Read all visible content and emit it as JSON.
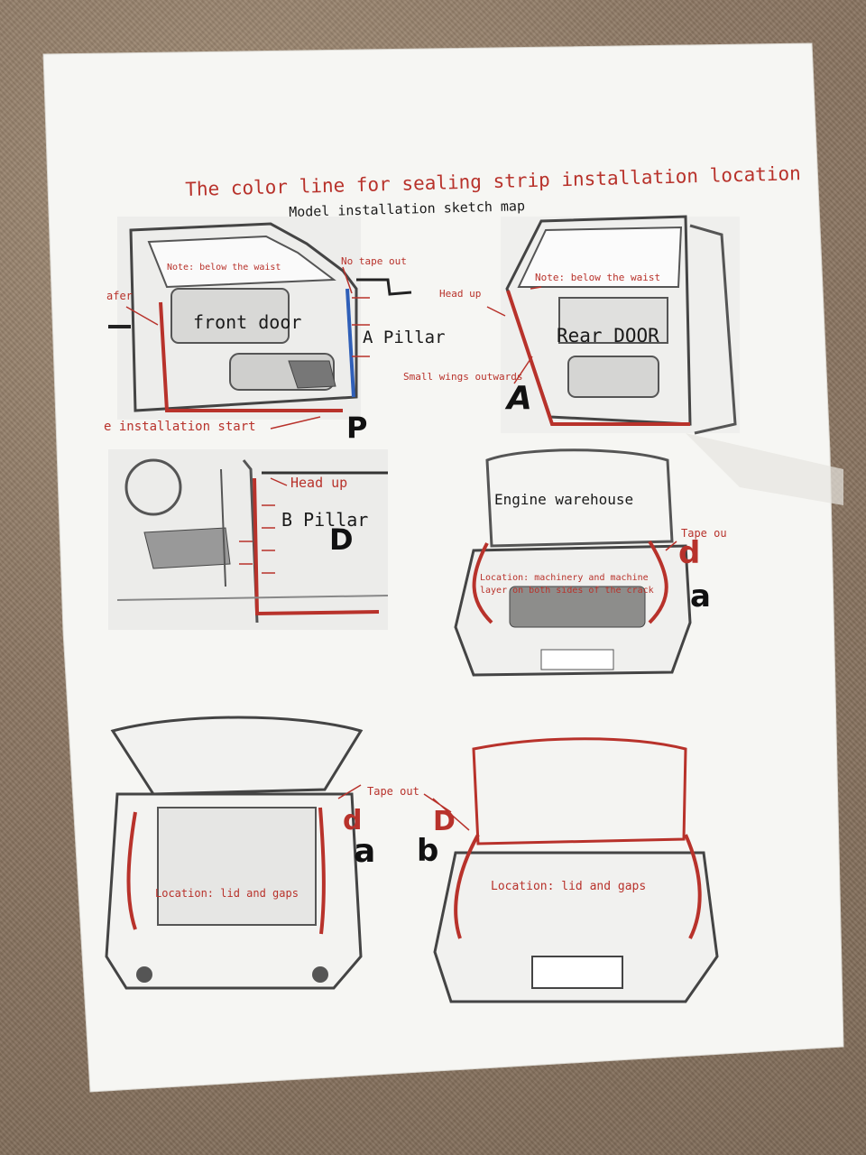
{
  "sheet": {
    "title": "The color line for sealing strip installation location",
    "subtitle": "Model installation sketch map"
  },
  "front_door": {
    "label": "front door",
    "pillar_label": "A Pillar",
    "note_waist": "Note: below the waist",
    "no_tape": "No tape out",
    "wafer": "afer",
    "install_start": "e installation start",
    "handwritten": "P"
  },
  "rear_door": {
    "label": "Rear DOOR",
    "note_waist": "Note: below the waist",
    "head_up": "Head up",
    "wings": "Small wings outwards",
    "handwritten": "A"
  },
  "b_pillar": {
    "label": "B Pillar",
    "head_up": "Head up",
    "handwritten": "D"
  },
  "engine": {
    "label": "Engine warehouse",
    "tape_out": "Tape ou",
    "location_line1": "Location: machinery and machine",
    "location_line2": "layer on both sides of the crack",
    "hand1": "d",
    "hand2": "a"
  },
  "trunk_suv": {
    "location": "Location: lid and gaps",
    "hand1": "d",
    "hand2": "a"
  },
  "trunk_sedan": {
    "tape_out": "Tape out",
    "location": "Location: lid and gaps",
    "hand1": "D",
    "hand2": "b"
  },
  "colors": {
    "red_line": "#b8322b",
    "blue_line": "#2f5fb8",
    "paper": "#f6f6f3"
  }
}
